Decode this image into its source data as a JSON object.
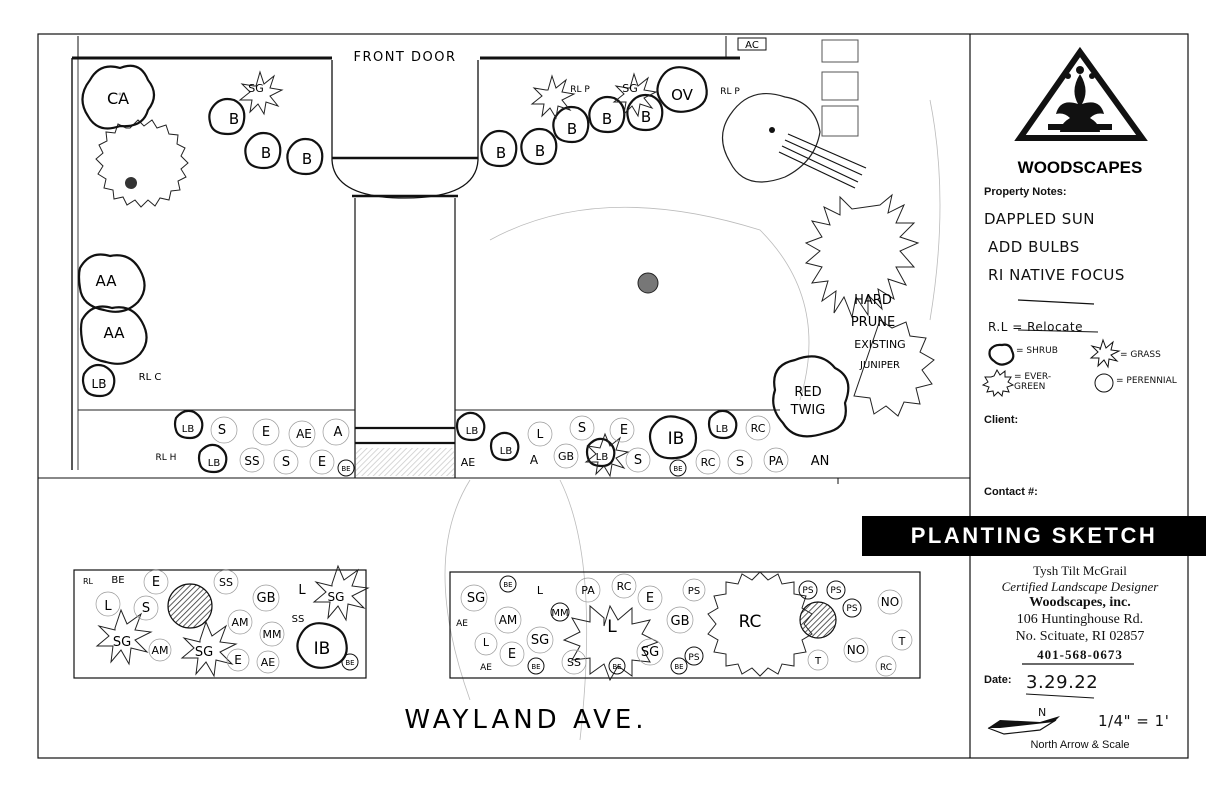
{
  "plan": {
    "front_door": "FRONT DOOR",
    "ac": "AC",
    "street": "WAYLAND AVE.",
    "hard_prune_lines": [
      "HARD",
      "PRUNE",
      "EXISTING",
      "JUNIPER"
    ],
    "red_twig_lines": [
      "RED",
      "TWIG"
    ]
  },
  "plant_labels": {
    "ca": "CA",
    "sg": "SG",
    "b": "B",
    "rl_p": "RL P",
    "ov": "OV",
    "aa": "AA",
    "lb": "LB",
    "rl_c": "RL C",
    "rl_h": "RL H",
    "s": "S",
    "e": "E",
    "ae": "AE",
    "a": "A",
    "ss": "SS",
    "be": "BE",
    "l": "L",
    "gb": "GB",
    "ib": "IB",
    "rc": "RC",
    "pa": "PA",
    "an": "AN",
    "am": "AM",
    "mm": "MM",
    "ps": "PS",
    "no": "NO",
    "t": "T"
  },
  "sidebar": {
    "logo_name": "WOODSCAPES",
    "property_notes_label": "Property Notes:",
    "notes": [
      "DAPPLED SUN",
      "ADD BULBS",
      "RI NATIVE FOCUS"
    ],
    "rl_note": "R.L = Relocate",
    "legend": {
      "shrub": "= SHRUB",
      "grass": "= GRASS",
      "evergreen": "= EVER-GREEN",
      "perennial": "= PERENNIAL"
    },
    "client_label": "Client:",
    "contact_label": "Contact #:",
    "banner_title": "PLANTING SKETCH",
    "designer_name": "Tysh Tilt McGrail",
    "designer_title": "Certified Landscape Designer",
    "company": "Woodscapes, inc.",
    "address1": "106 Huntinghouse Rd.",
    "address2": "No. Scituate, RI 02857",
    "phone": "401-568-0673",
    "date_label": "Date:",
    "date_value": "3.29.22",
    "north": "N",
    "scale": "1/4\" = 1'",
    "north_scale_label": "North Arrow & Scale"
  }
}
